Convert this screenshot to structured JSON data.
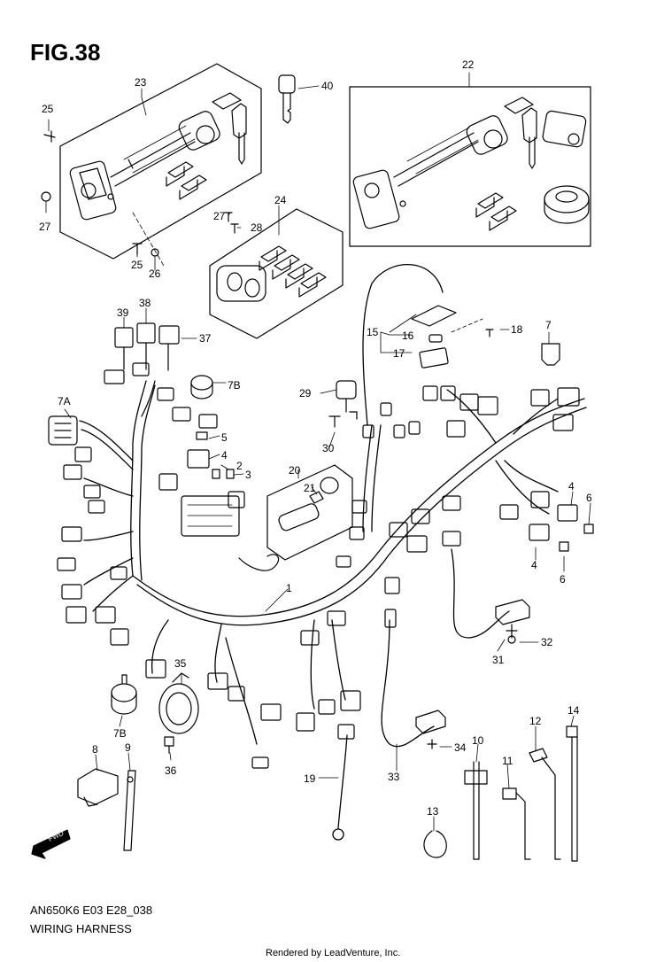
{
  "figure": {
    "title": "FIG.38",
    "model_code": "AN650K6 E03 E28_038",
    "assembly_name": "WIRING HARNESS",
    "credit": "Rendered by LeadVenture, Inc.",
    "fwd_label": "FWD"
  },
  "callouts": [
    "1",
    "4",
    "4",
    "4",
    "5",
    "2",
    "3",
    "6",
    "6",
    "7",
    "7A",
    "7B",
    "7B",
    "8",
    "9",
    "10",
    "11",
    "12",
    "13",
    "14",
    "15",
    "16",
    "17",
    "18",
    "19",
    "20",
    "21",
    "22",
    "23",
    "24",
    "25",
    "25",
    "26",
    "27",
    "27",
    "28",
    "29",
    "30",
    "31",
    "32",
    "33",
    "34",
    "35",
    "36",
    "37",
    "38",
    "39",
    "40"
  ]
}
